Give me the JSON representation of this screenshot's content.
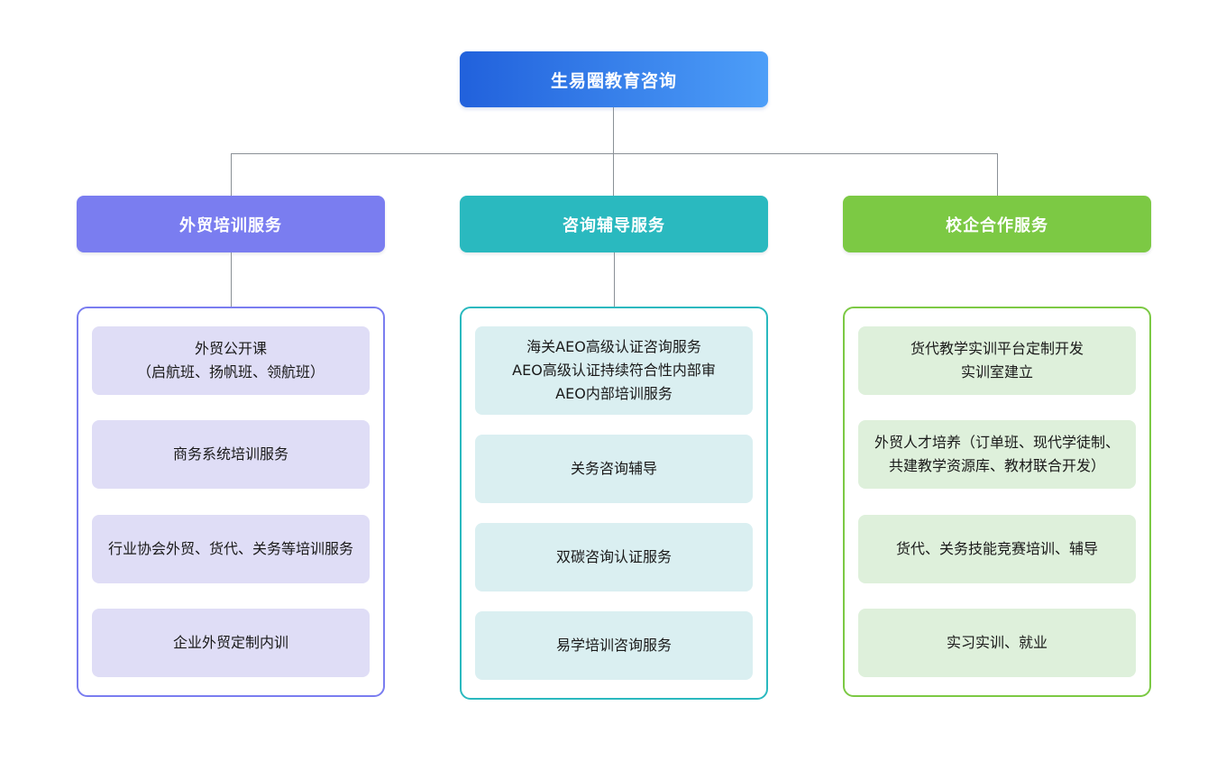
{
  "colors": {
    "background": "#ffffff",
    "connector": "#8a9096",
    "root_gradient_start": "#2161dc",
    "root_gradient_end": "#4d9ef8",
    "node_text": "#ffffff",
    "item_text": "#1a1a1a"
  },
  "root": {
    "label": "生易圈教育咨询"
  },
  "branches": [
    {
      "label": "外贸培训服务",
      "theme_color": "#7a7df0",
      "item_background": "#dfddf6",
      "connector_to_children": true,
      "items": [
        "外贸公开课\n（启航班、扬帆班、领航班）",
        "商务系统培训服务",
        "行业协会外贸、货代、关务等培训服务",
        "企业外贸定制内训"
      ]
    },
    {
      "label": "咨询辅导服务",
      "theme_color": "#2ab9bf",
      "item_background": "#daeff1",
      "connector_to_children": true,
      "items": [
        "海关AEO高级认证咨询服务\nAEO高级认证持续符合性内部审\nAEO内部培训服务",
        "关务咨询辅导",
        "双碳咨询认证服务",
        "易学培训咨询服务"
      ]
    },
    {
      "label": "校企合作服务",
      "theme_color": "#7cc944",
      "item_background": "#def0db",
      "connector_to_children": false,
      "items": [
        "货代教学实训平台定制开发\n实训室建立",
        "外贸人才培养（订单班、现代学徒制、共建教学资源库、教材联合开发）",
        "货代、关务技能竞赛培训、辅导",
        "实习实训、就业"
      ]
    }
  ]
}
